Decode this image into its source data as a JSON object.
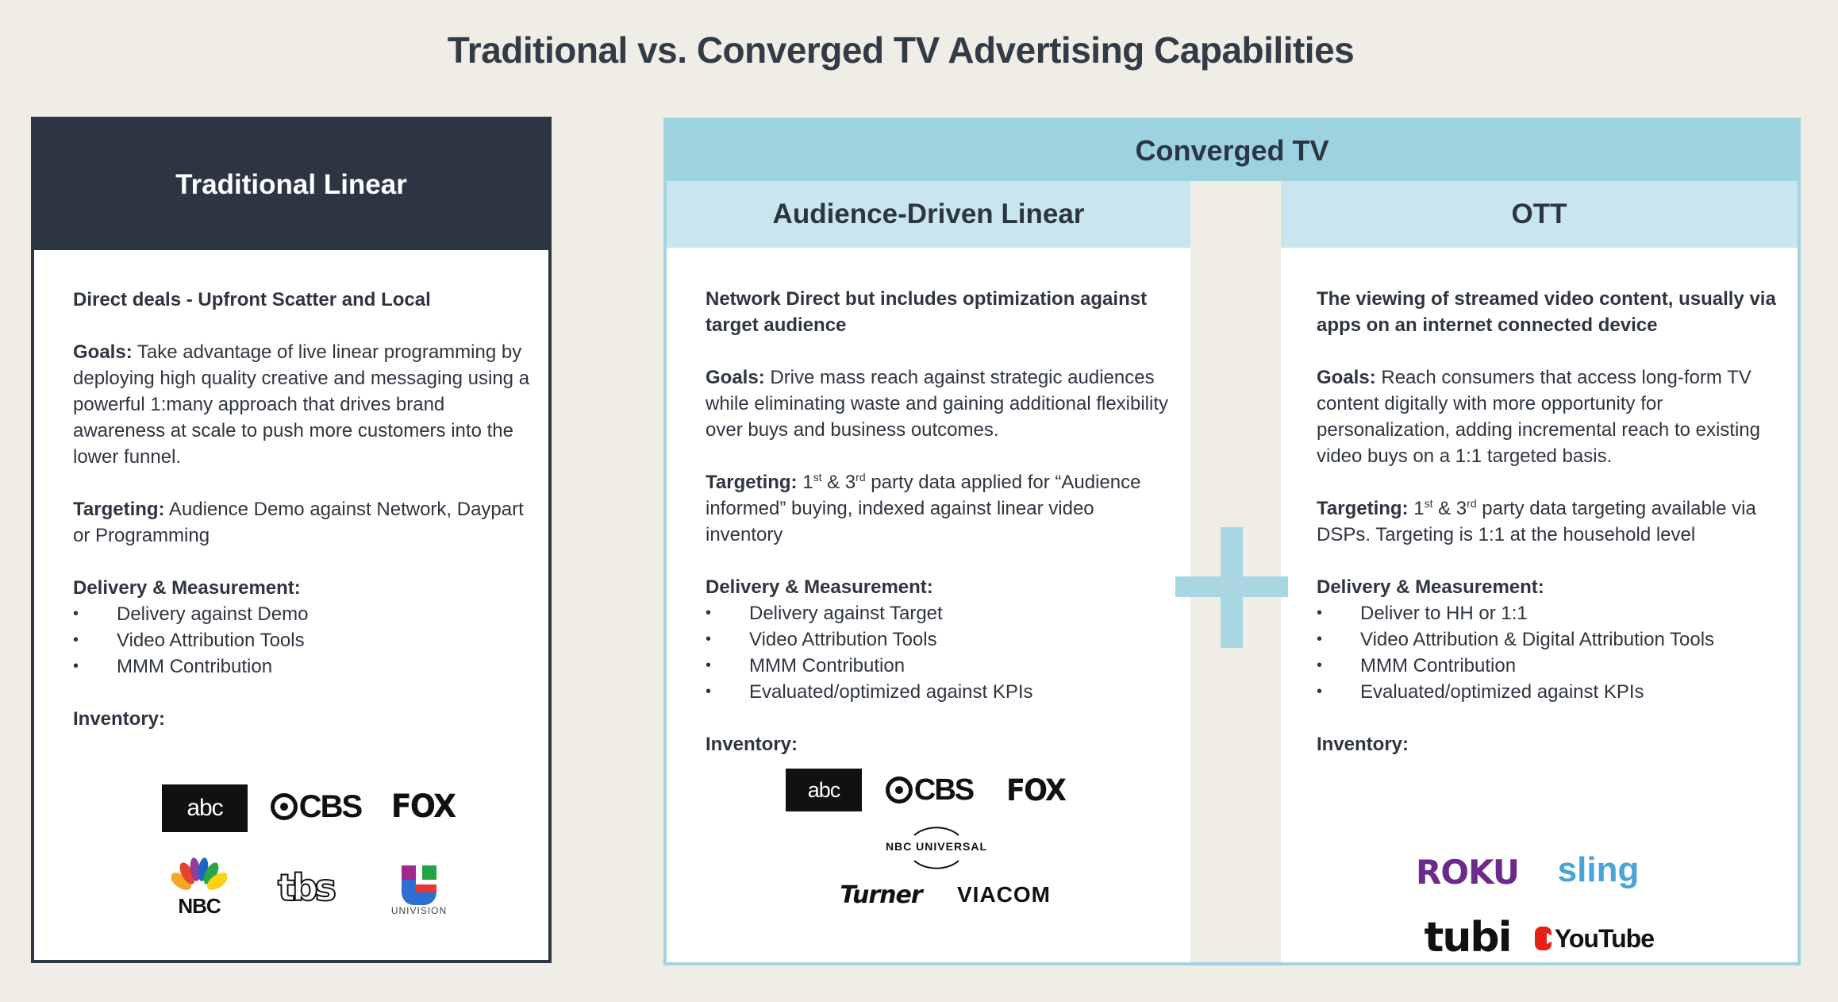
{
  "title": "Traditional vs. Converged TV Advertising Capabilities",
  "traditional": {
    "header": "Traditional Linear",
    "lead": "Direct deals - Upfront Scatter and Local",
    "goals_label": "Goals:",
    "goals_text": " Take advantage of live linear programming by deploying high quality creative and messaging using a powerful 1:many approach that drives brand awareness at scale to push more customers into the lower funnel.",
    "targeting_label": "Targeting:",
    "targeting_text": " Audience Demo against Network, Daypart or Programming",
    "delivery_label": "Delivery & Measurement:",
    "delivery_items": [
      "Delivery against Demo",
      "Video Attribution Tools",
      "MMM Contribution"
    ],
    "inventory_label": "Inventory:",
    "logos": [
      "abc",
      "CBS",
      "FOX",
      "NBC",
      "tbs",
      "UNIVISION"
    ]
  },
  "converged": {
    "header": "Converged TV",
    "adl": {
      "header": "Audience-Driven Linear",
      "lead": "Network Direct but includes optimization against target audience",
      "goals_label": "Goals:",
      "goals_text": " Drive mass reach against strategic audiences while eliminating waste and gaining additional flexibility over buys and business outcomes.",
      "targeting_label": "Targeting:",
      "targeting_p1": " 1",
      "targeting_sup1": "st",
      "targeting_p2": " & 3",
      "targeting_sup2": "rd",
      "targeting_p3": " party data applied for “Audience informed” buying, indexed against linear video inventory",
      "delivery_label": "Delivery & Measurement:",
      "delivery_items": [
        "Delivery against Target",
        "Video Attribution Tools",
        "MMM Contribution",
        "Evaluated/optimized against KPIs"
      ],
      "inventory_label": "Inventory:",
      "logos": [
        "abc",
        "CBS",
        "FOX",
        "NBC UNIVERSAL",
        "Turner",
        "VIACOM"
      ]
    },
    "ott": {
      "header": "OTT",
      "lead": "The viewing of streamed video content, usually via apps on an internet connected device",
      "goals_label": "Goals:",
      "goals_text": " Reach consumers that access long-form TV content digitally with more opportunity for personalization, adding incremental reach to existing video buys on a 1:1 targeted basis.",
      "targeting_label": "Targeting:",
      "targeting_p1": " 1",
      "targeting_sup1": "st",
      "targeting_p2": " & 3",
      "targeting_sup2": "rd",
      "targeting_p3": " party data targeting available via DSPs. Targeting is 1:1 at the household level",
      "delivery_label": "Delivery & Measurement:",
      "delivery_items": [
        "Deliver to HH or 1:1",
        "Video Attribution & Digital Attribution Tools",
        "MMM Contribution",
        "Evaluated/optimized against KPIs"
      ],
      "inventory_label": "Inventory:",
      "logos": [
        "ROKU",
        "sling",
        "tubi",
        "YouTube"
      ]
    }
  }
}
